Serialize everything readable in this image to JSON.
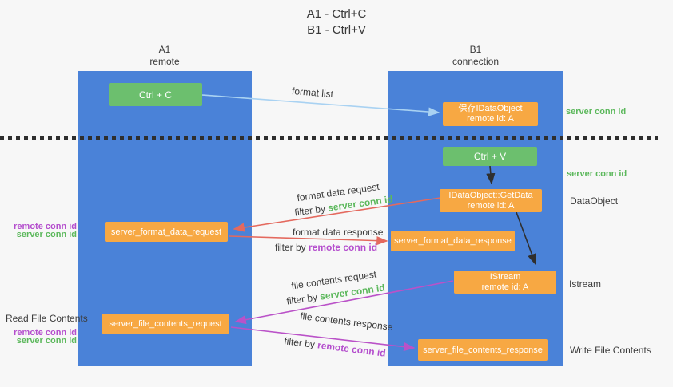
{
  "title": {
    "line1": "A1 - Ctrl+C",
    "line2": "B1 - Ctrl+V"
  },
  "lifelines": {
    "a": {
      "id": "A1",
      "role": "remote"
    },
    "b": {
      "id": "B1",
      "role": "connection"
    }
  },
  "nodes": {
    "ctrl_c": {
      "label": "Ctrl + C"
    },
    "ctrl_v": {
      "label": "Ctrl + V"
    },
    "save_idataobject": {
      "line1": "保存IDataObject",
      "line2": "remote id: A"
    },
    "idataobject_getdata": {
      "line1": "IDataObject::GetData",
      "line2": "remote id: A"
    },
    "istream": {
      "line1": "IStream",
      "line2": "remote id: A"
    },
    "server_format_data_request": {
      "label": "server_format_data_request"
    },
    "server_format_data_response": {
      "label": "server_format_data_response"
    },
    "server_file_contents_request": {
      "label": "server_file_contents_request"
    },
    "server_file_contents_response": {
      "label": "server_file_contents_response"
    }
  },
  "annotations": {
    "right": {
      "server_conn_id_top": "server conn id",
      "server_conn_id_mid": "server conn id",
      "dataobject": "DataObject",
      "istream": "Istream",
      "write_file_contents": "Write File Contents"
    },
    "left": {
      "read_file_contents": "Read File Contents",
      "format_remote_conn_id": "remote conn id",
      "format_server_conn_id": "server conn id",
      "file_remote_conn_id": "remote conn id",
      "file_server_conn_id": "server conn id"
    }
  },
  "arrows": {
    "format_list": {
      "label": "format list"
    },
    "format_data_request": {
      "label": "format data request",
      "filter_prefix": "filter by ",
      "filter_key": "server conn id"
    },
    "format_data_response": {
      "label": "format data response",
      "filter_prefix": "filter by ",
      "filter_key": "remote conn id"
    },
    "file_contents_request": {
      "label": "file contents request",
      "filter_prefix": "filter by ",
      "filter_key": "server conn id"
    },
    "file_contents_response": {
      "label": "file contents response",
      "filter_prefix": "filter by ",
      "filter_key": "remote conn id"
    }
  },
  "colors": {
    "lifeline_blue": "#4a82d8",
    "action_green": "#6cbf6e",
    "object_orange": "#f7a843",
    "server_conn_green": "#5cb85c",
    "remote_conn_purple": "#b44ecd",
    "request_red": "#e4695e",
    "contents_magenta": "#ba52c8",
    "format_list_blue": "#a9d2f2",
    "arrow_black": "#2f2f2f",
    "text_dark": "#3d3d3d"
  }
}
